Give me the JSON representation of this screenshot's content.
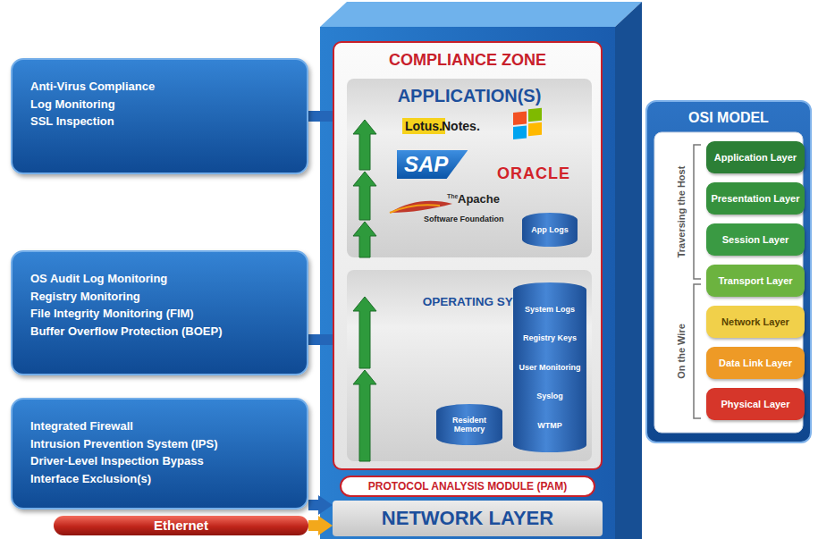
{
  "diagram": {
    "nodes": [
      {
        "text": [
          "Anti-Virus Compliance",
          "Log Monitoring",
          "SSL Inspection"
        ]
      },
      {
        "text": [
          "OS Audit Log Monitoring",
          "Registry Monitoring",
          "File Integrity Monitoring (FIM)",
          "Buffer Overflow Protection (BOEP)"
        ]
      },
      {
        "text": [
          "Integrated Firewall",
          "Intrusion Prevention System (IPS)",
          "Driver-Level Inspection Bypass",
          "Interface Exclusion(s)"
        ]
      },
      {
        "text": [
          "Ethernet"
        ]
      },
      {
        "text": [
          "COMPLIANCE ZONE"
        ]
      },
      {
        "text": [
          "APPLICATION(S)"
        ],
        "in": 4
      },
      {
        "text": [
          "App Logs"
        ],
        "in": 5
      },
      {
        "text": [
          "OPERATING SYSTEM"
        ],
        "in": 4
      },
      {
        "text": [
          "Resident Memory"
        ],
        "in": 7
      },
      {
        "text": [
          "System Logs",
          "Registry Keys",
          "User Monitoring",
          "Syslog",
          "WTMP"
        ],
        "in": 7
      },
      {
        "text": [
          "PROTOCOL ANALYSIS MODULE (PAM)"
        ]
      },
      {
        "text": [
          "NETWORK LAYER"
        ]
      },
      {
        "text": [
          "OSI MODEL"
        ]
      },
      {
        "text": [
          "Application Layer"
        ],
        "in": 12
      },
      {
        "text": [
          "Presentation Layer"
        ],
        "in": 12
      },
      {
        "text": [
          "Session Layer"
        ],
        "in": 12
      },
      {
        "text": [
          "Transport Layer"
        ],
        "in": 12
      },
      {
        "text": [
          "Network Layer"
        ],
        "in": 12
      },
      {
        "text": [
          "Data Link Layer"
        ],
        "in": 12
      },
      {
        "text": [
          "Physical Layer"
        ],
        "in": 12
      }
    ],
    "edges": [
      {
        "from": 0,
        "to": 5,
        "arrow": "to"
      },
      {
        "from": 1,
        "to": 7,
        "arrow": "to"
      },
      {
        "from": 2,
        "to": 11,
        "arrow": "to"
      },
      {
        "from": 3,
        "to": 11,
        "arrow": "to"
      }
    ],
    "labels": [
      "Lotus.",
      "Notes.",
      "SAP",
      "ORACLE",
      "The",
      "Apache",
      "Software Foundation",
      "Traversing the Host",
      "On the Wire"
    ]
  }
}
